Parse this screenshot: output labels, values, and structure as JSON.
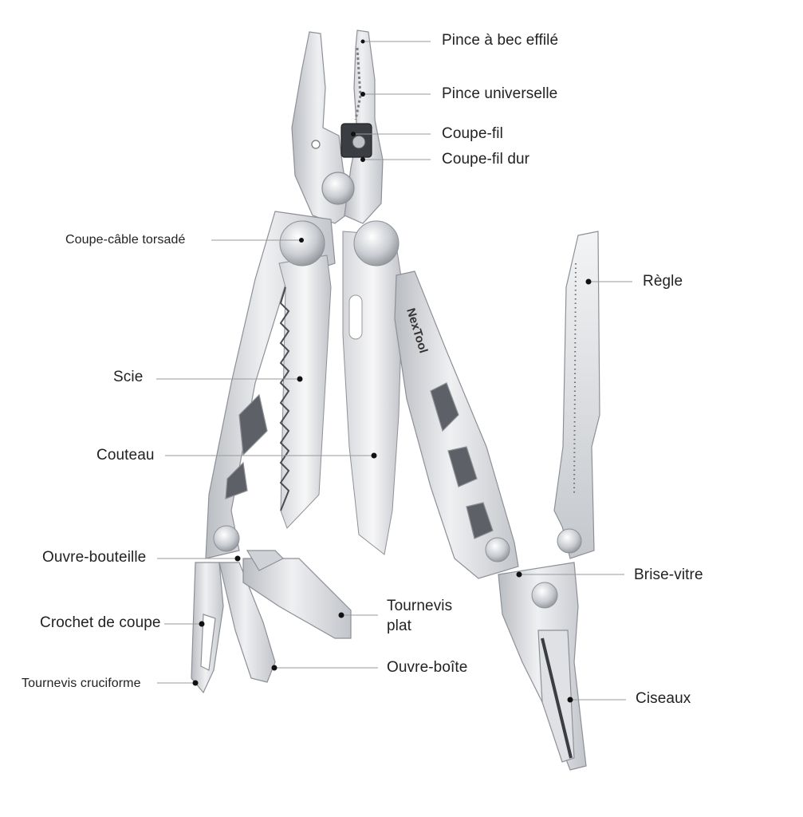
{
  "brand": "NexTool",
  "colors": {
    "steel_light": "#e9eaec",
    "steel_mid": "#c7c9cd",
    "steel_dark": "#8d9096",
    "leader": "#9a9a9a",
    "dot": "#111111",
    "text": "#222222"
  },
  "labels": {
    "needle_nose": "Pince à bec effilé",
    "universal_pliers": "Pince universelle",
    "wire_cutter": "Coupe-fil",
    "hard_wire_cutter": "Coupe-fil dur",
    "twisted_cable_cutter": "Coupe-câble torsadé",
    "ruler": "Règle",
    "saw": "Scie",
    "knife": "Couteau",
    "bottle_opener": "Ouvre-bouteille",
    "glass_breaker": "Brise-vitre",
    "cutting_hook": "Crochet de coupe",
    "flat_screwdriver": "Tournevis plat",
    "can_opener": "Ouvre-boîte",
    "phillips_screwdriver": "Tournevis cruciforme",
    "scissors": "Ciseaux"
  }
}
